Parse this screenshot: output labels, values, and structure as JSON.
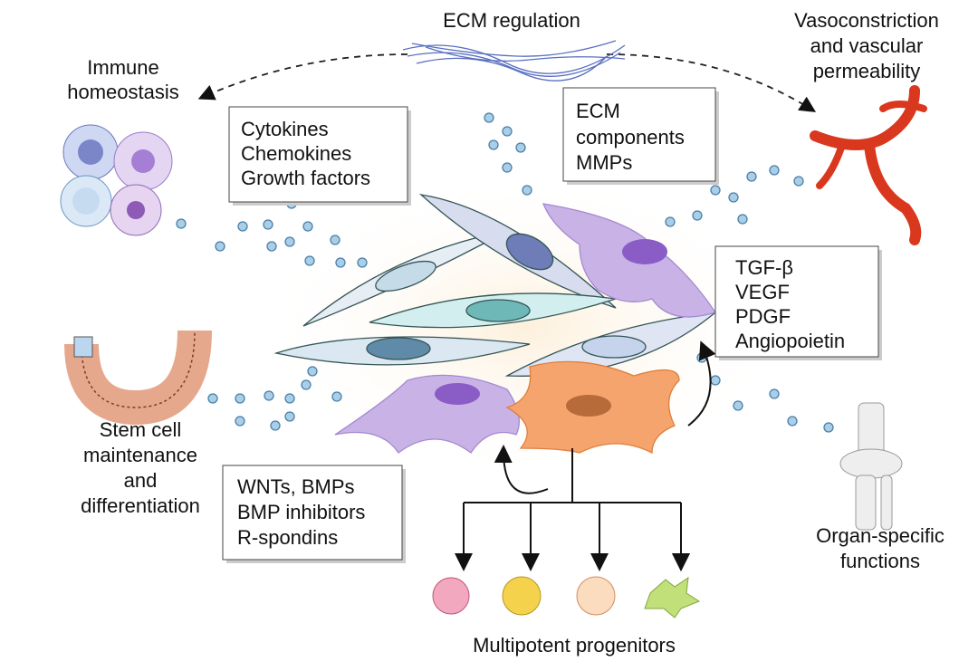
{
  "title_top": "ECM regulation",
  "vascular": [
    "Vasoconstriction",
    "and vascular",
    "permeability"
  ],
  "immune": [
    "Immune",
    "homeostasis"
  ],
  "box_cytokines": [
    "Cytokines",
    "Chemokines",
    "Growth factors"
  ],
  "box_ecm": [
    "ECM",
    "components",
    "MMPs"
  ],
  "box_tgf": [
    "TGF-β",
    "VEGF",
    "PDGF",
    "Angiopoietin"
  ],
  "stem": [
    "Stem cell",
    "maintenance",
    "and",
    "differentiation"
  ],
  "box_wnt": [
    "WNTs, BMPs",
    "BMP inhibitors",
    "R-spondins"
  ],
  "organ": [
    "Organ-specific",
    "functions"
  ],
  "progenitors": "Multipotent progenitors",
  "colors": {
    "dot": "#a9cfe8",
    "stromal_orange": "#f4a46c",
    "purple_cell": "#c9b3e6",
    "vessel_red": "#d9381e"
  }
}
